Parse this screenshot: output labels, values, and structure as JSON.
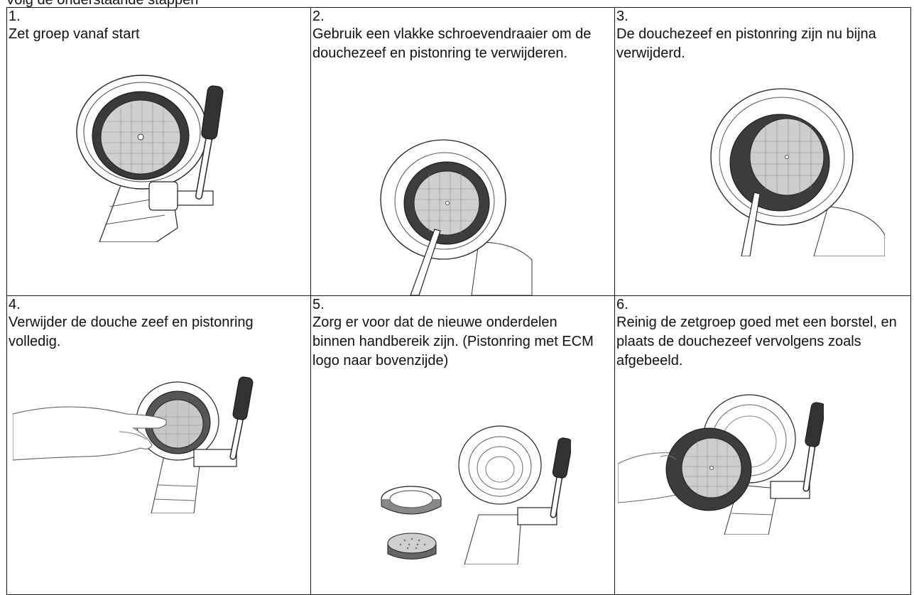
{
  "intro_text": "Volg de onderstaande stappen",
  "steps": [
    {
      "number": "1.",
      "text": "Zet groep vanaf start",
      "illustration": "brew-group-with-lever-icon"
    },
    {
      "number": "2.",
      "text": "Gebruik een vlakke schroevendraaier om de douchezeef en pistonring te verwijderen.",
      "illustration": "screwdriver-removing-screen-icon"
    },
    {
      "number": "3.",
      "text": "De douchezeef en pistonring zijn nu bijna verwijderd.",
      "illustration": "screen-nearly-removed-icon"
    },
    {
      "number": "4.",
      "text": "Verwijder de douche zeef en pistonring volledig.",
      "illustration": "hand-removing-screen-icon"
    },
    {
      "number": "5.",
      "text": "Zorg er voor dat de nieuwe onderdelen binnen handbereik zijn. (Pistonring met ECM logo naar bovenzijde)",
      "illustration": "new-parts-ring-and-screen-icon"
    },
    {
      "number": "6.",
      "text": "Reinig de zetgroep goed met een borstel, en plaats de douchezeef vervolgens zoals afgebeeld.",
      "illustration": "hand-placing-screen-icon"
    }
  ]
}
